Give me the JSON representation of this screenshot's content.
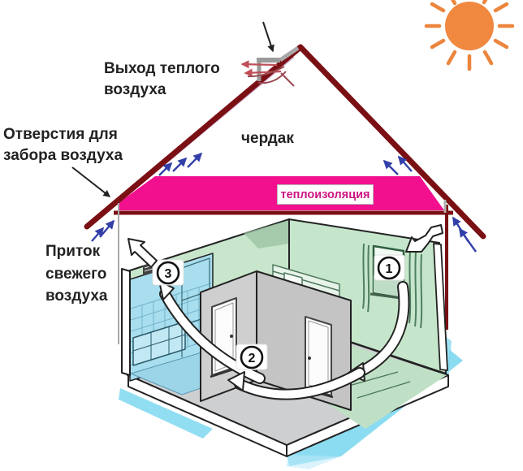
{
  "diagram": {
    "labels": {
      "warm_air_exit": {
        "line1": "Выход теплого",
        "line2": "воздуха"
      },
      "intake_openings": {
        "line1": "Отверстия для",
        "line2": "забора воздуха"
      },
      "attic": "чердак",
      "insulation": "теплоизоляция",
      "fresh_air": {
        "line1": "Приток",
        "line2": "свежего",
        "line3": "воздуха"
      }
    },
    "markers": {
      "bedroom_inflow": "1",
      "hallway_transfer": "2",
      "bathroom_exhaust": "3"
    },
    "colors": {
      "roof": "#7a1014",
      "insulation_band": "#f2108e",
      "insulation_text": "#cc1480",
      "sun": "#f08840",
      "air_arrow_blue": "#3340a8",
      "warm_arrow_red": "#c05058",
      "bathroom_wall": "#a8deee",
      "bedroom_wall": "#c6e6cb",
      "hallway_wall": "#cfcfcf",
      "ground_shadow": "#7ed8f0"
    }
  }
}
